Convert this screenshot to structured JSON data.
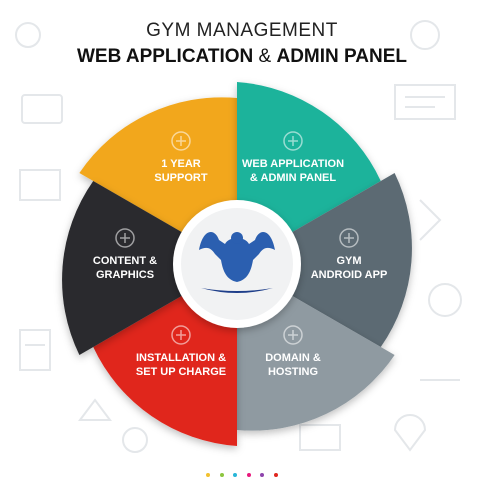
{
  "title": {
    "line1": "GYM MANAGEMENT",
    "line2_part1": "WEB APPLICATION",
    "line2_amp": " & ",
    "line2_part2": "ADMIN PANEL"
  },
  "segments": [
    {
      "line1": "1 YEAR",
      "line2": "SUPPORT",
      "color": "#f2a71d",
      "icon": "badge-icon"
    },
    {
      "line1": "WEB APPLICATION",
      "line2": "& ADMIN PANEL",
      "color": "#1ab39b",
      "icon": "globe-icon"
    },
    {
      "line1": "GYM",
      "line2": "ANDROID APP",
      "color": "#5c6a73",
      "icon": "android-icon"
    },
    {
      "line1": "DOMAIN &",
      "line2": "HOSTING",
      "color": "#8f9aa1",
      "icon": "server-icon"
    },
    {
      "line1": "INSTALLATION &",
      "line2": "SET UP CHARGE",
      "color": "#e0261f",
      "icon": "gears-icon"
    },
    {
      "line1": "CONTENT &",
      "line2": "GRAPHICS",
      "color": "#2a2b2d",
      "icon": "presentation-icon"
    }
  ],
  "center_logo": "bodybuilder-logo",
  "dot_colors": [
    "#f2c12e",
    "#8dc63f",
    "#29b6d8",
    "#e8197d",
    "#8e44ad",
    "#e0261f"
  ]
}
